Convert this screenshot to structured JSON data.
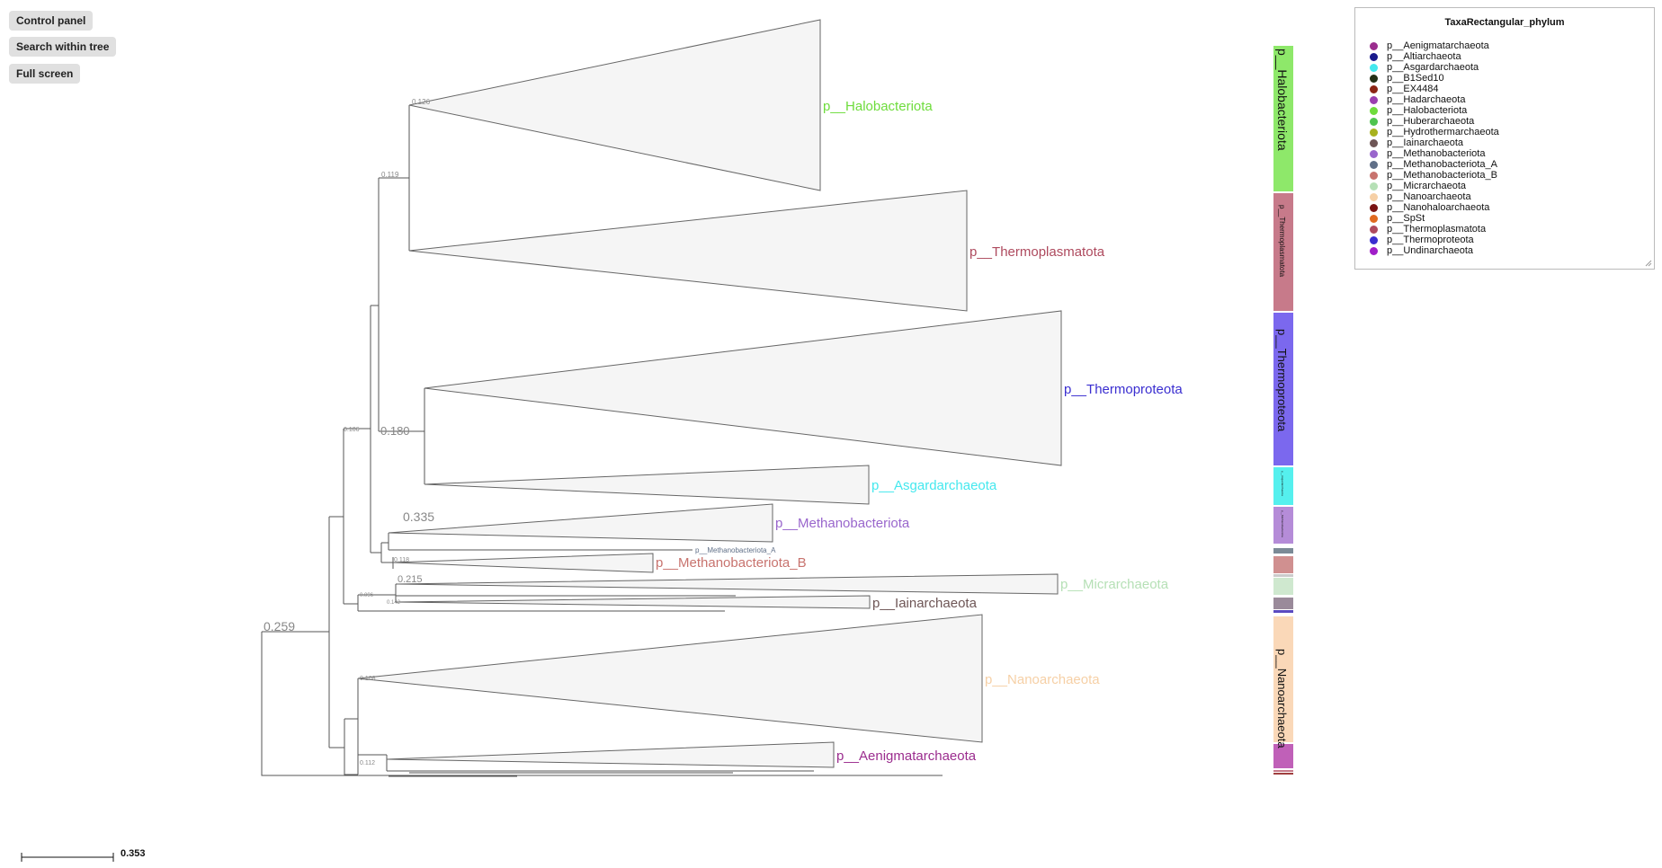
{
  "buttons": {
    "control_panel": "Control panel",
    "search_tree": "Search within tree",
    "full_screen": "Full screen"
  },
  "legend": {
    "title": "TaxaRectangular_phylum",
    "items": [
      {
        "label": "p__Aenigmatarchaeota",
        "color": "#9b2d8e"
      },
      {
        "label": "p__Altiarchaeota",
        "color": "#1a1a8c"
      },
      {
        "label": "p__Asgardarchaeota",
        "color": "#44e8ee"
      },
      {
        "label": "p__B1Sed10",
        "color": "#243016"
      },
      {
        "label": "p__EX4484",
        "color": "#8b2515"
      },
      {
        "label": "p__Hadarchaeota",
        "color": "#9a3fb0"
      },
      {
        "label": "p__Halobacteriota",
        "color": "#6edc3c"
      },
      {
        "label": "p__Huberarchaeota",
        "color": "#4fc44f"
      },
      {
        "label": "p__Hydrothermarchaeota",
        "color": "#a8b21e"
      },
      {
        "label": "p__Iainarchaeota",
        "color": "#6e5656"
      },
      {
        "label": "p__Methanobacteriota",
        "color": "#9966cc"
      },
      {
        "label": "p__Methanobacteriota_A",
        "color": "#607088"
      },
      {
        "label": "p__Methanobacteriota_B",
        "color": "#c8736e"
      },
      {
        "label": "p__Micrarchaeota",
        "color": "#b6e0b6"
      },
      {
        "label": "p__Nanoarchaeota",
        "color": "#f6d0a6"
      },
      {
        "label": "p__Nanohaloarchaeota",
        "color": "#7a1414"
      },
      {
        "label": "p__SpSt",
        "color": "#e06a20"
      },
      {
        "label": "p__Thermoplasmatota",
        "color": "#ae4a5e"
      },
      {
        "label": "p__Thermoproteota",
        "color": "#3a2ed0"
      },
      {
        "label": "p__Undinarchaeota",
        "color": "#a01ec8"
      }
    ]
  },
  "clades": [
    {
      "label": "p__Halobacteriota",
      "color": "#6edc3c"
    },
    {
      "label": "p__Thermoplasmatota",
      "color": "#ae4a5e"
    },
    {
      "label": "p__Thermoproteota",
      "color": "#3a2ed0"
    },
    {
      "label": "p__Asgardarchaeota",
      "color": "#44e8ee"
    },
    {
      "label": "p__Methanobacteriota",
      "color": "#9966cc"
    },
    {
      "label": "p__Methanobacteriota_A",
      "color": "#607088"
    },
    {
      "label": "p__Methanobacteriota_B",
      "color": "#c8736e"
    },
    {
      "label": "p__Micrarchaeota",
      "color": "#b6e0b6"
    },
    {
      "label": "p__Iainarchaeota",
      "color": "#6e5656"
    },
    {
      "label": "p__Nanoarchaeota",
      "color": "#f6d0a6"
    },
    {
      "label": "p__Aenigmatarchaeota",
      "color": "#9b2d8e"
    }
  ],
  "support_values": [
    "0.126",
    "0.119",
    "0.180",
    "0.106",
    "0.335",
    "0.118",
    "0.215",
    "0.096",
    "0.142",
    "0.259",
    "0.108",
    "0.112"
  ],
  "strip_labels": {
    "halo": "p__Halobacteriota",
    "thermoplasmatota": "p__Thermoplasmatota",
    "thermoproteota": "p__Thermoproteota",
    "asgard": "p__Asgardarchaeota",
    "methano": "p__Methanobacteriota",
    "nano": "p__Nanoarchaeota"
  },
  "scale": {
    "value": "0.353"
  }
}
